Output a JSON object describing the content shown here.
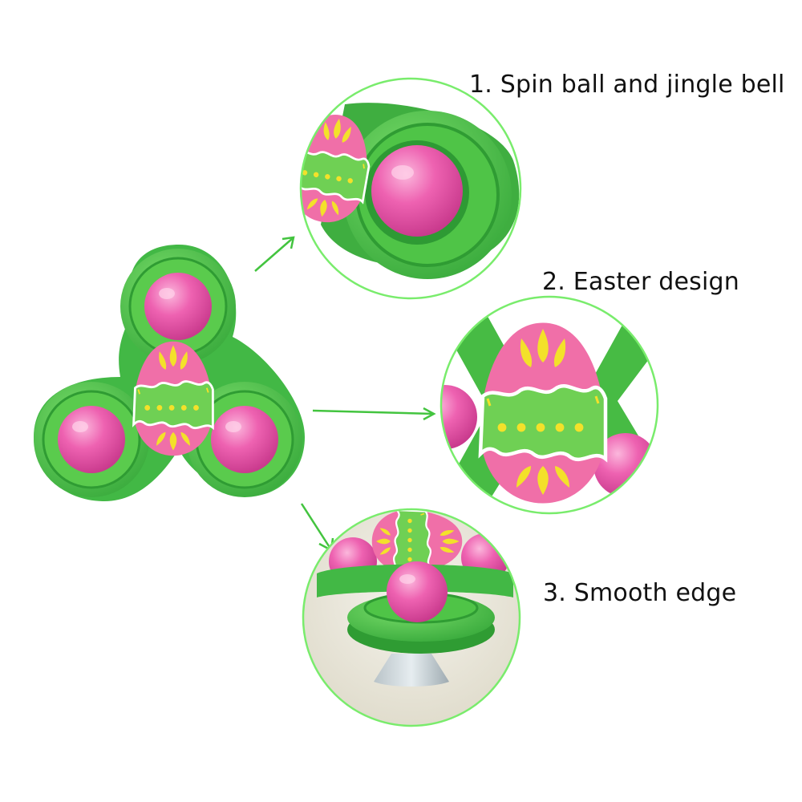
{
  "captions": [
    {
      "text": "1. Spin ball and jingle bell"
    },
    {
      "text": "2. Easter design"
    },
    {
      "text": "3. Smooth edge"
    }
  ],
  "colors": {
    "spinner_green": "#4cc24a",
    "spinner_green_dark": "#33a336",
    "ball_pink": "#ef5fb0",
    "egg_green": "#6fd054",
    "egg_pink": "#f06fa8",
    "egg_yellow": "#f3e12a",
    "detail_circle_border": "#79ec6c",
    "arrow_green": "#43c43f"
  },
  "icons": [
    "spinner-toy",
    "detail-circle-spin-ball",
    "detail-circle-easter-egg",
    "detail-circle-side-view",
    "arrow"
  ]
}
